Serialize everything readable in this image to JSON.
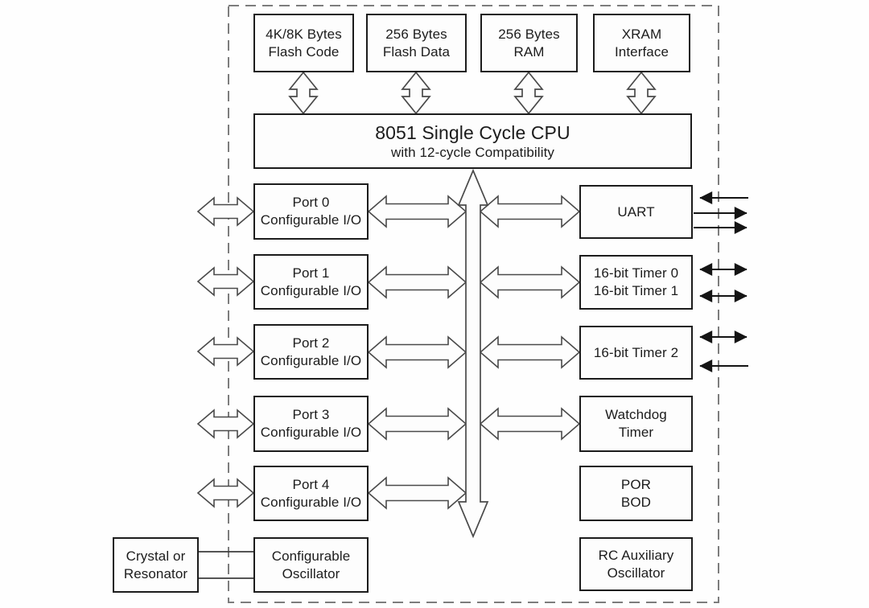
{
  "diagram": {
    "kind": "microcontroller-block-diagram",
    "chip_boundary": "dashed rectangle delimiting on-chip blocks"
  },
  "colors": {
    "background": "#fefefe",
    "box_border": "#1c1c1c",
    "text": "#1c1c1c",
    "hollow_arrow_outline": "#4a4a4a",
    "thin_arrow": "#141414",
    "dashed_border": "#7d7d7d"
  },
  "blocks": {
    "flash_code": {
      "lines": [
        "4K/8K Bytes",
        "Flash Code"
      ]
    },
    "flash_data": {
      "lines": [
        "256 Bytes",
        "Flash Data"
      ]
    },
    "ram": {
      "lines": [
        "256 Bytes",
        "RAM"
      ]
    },
    "xram": {
      "lines": [
        "XRAM",
        "Interface"
      ]
    },
    "cpu": {
      "title": "8051 Single Cycle CPU",
      "subtitle": "with 12-cycle Compatibility"
    },
    "port0": {
      "lines": [
        "Port 0",
        "Configurable I/O"
      ]
    },
    "port1": {
      "lines": [
        "Port 1",
        "Configurable I/O"
      ]
    },
    "port2": {
      "lines": [
        "Port 2",
        "Configurable I/O"
      ]
    },
    "port3": {
      "lines": [
        "Port 3",
        "Configurable I/O"
      ]
    },
    "port4": {
      "lines": [
        "Port 4",
        "Configurable I/O"
      ]
    },
    "uart": {
      "lines": [
        "UART"
      ]
    },
    "timer01": {
      "lines": [
        "16-bit Timer 0",
        "16-bit Timer 1"
      ]
    },
    "timer2": {
      "lines": [
        "16-bit Timer 2"
      ]
    },
    "watchdog": {
      "lines": [
        "Watchdog",
        "Timer"
      ]
    },
    "por_bod": {
      "lines": [
        "POR",
        "BOD"
      ]
    },
    "rc_osc": {
      "lines": [
        "RC Auxiliary",
        "Oscillator"
      ]
    },
    "crystal": {
      "lines": [
        "Crystal or",
        "Resonator"
      ]
    },
    "config_osc": {
      "lines": [
        "Configurable",
        "Oscillator"
      ]
    }
  }
}
